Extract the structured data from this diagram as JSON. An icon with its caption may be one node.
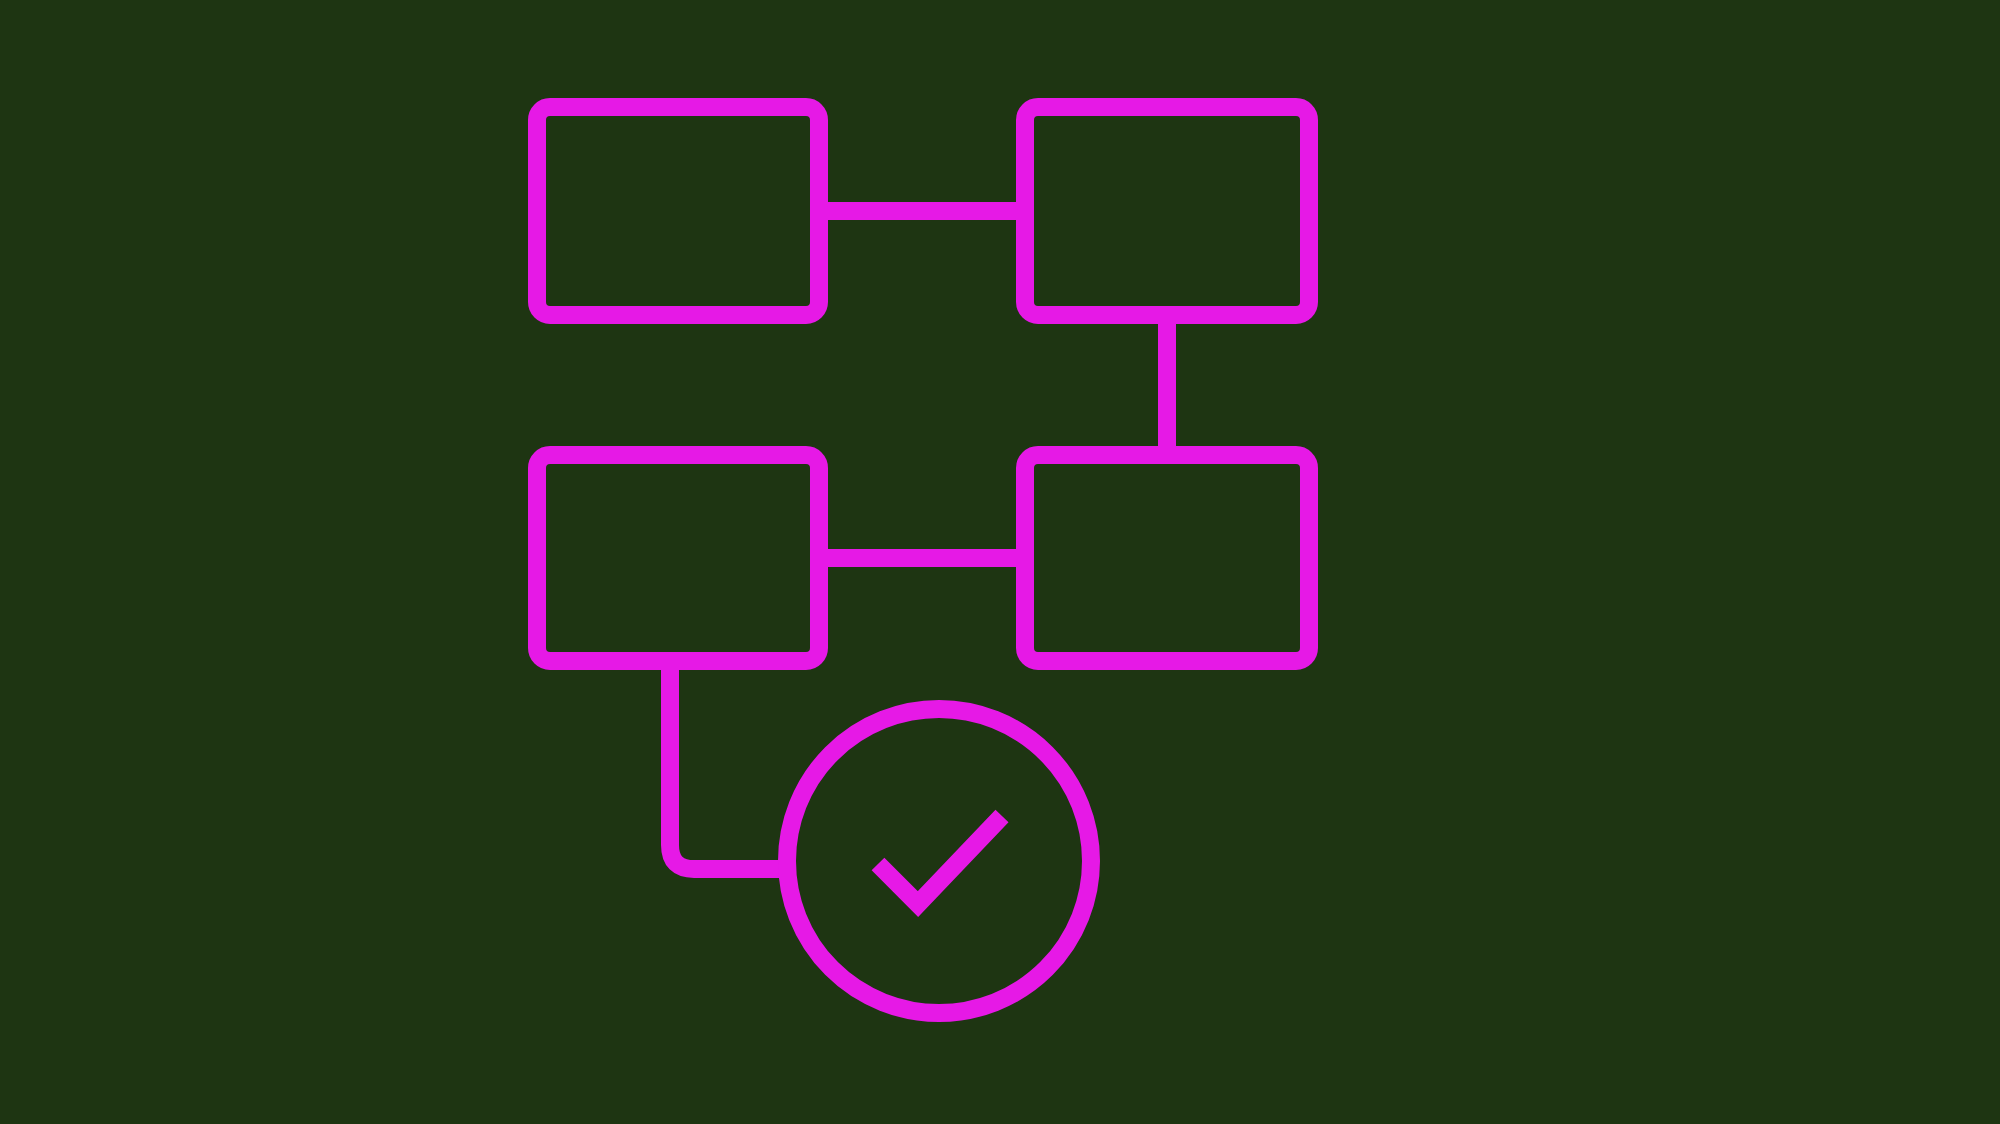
{
  "diagram": {
    "nodes": [
      {
        "text": [],
        "shape": "box"
      },
      {
        "text": [],
        "shape": "box"
      },
      {
        "text": [],
        "shape": "box"
      },
      {
        "text": [],
        "shape": "box"
      },
      {
        "text": [],
        "shape": "circle"
      }
    ],
    "edges": [
      {
        "from": 0,
        "to": 1,
        "arrow": "none"
      },
      {
        "from": 1,
        "to": 3,
        "arrow": "none"
      },
      {
        "from": 3,
        "to": 2,
        "arrow": "none"
      },
      {
        "from": 2,
        "to": 4,
        "arrow": "none"
      }
    ]
  }
}
